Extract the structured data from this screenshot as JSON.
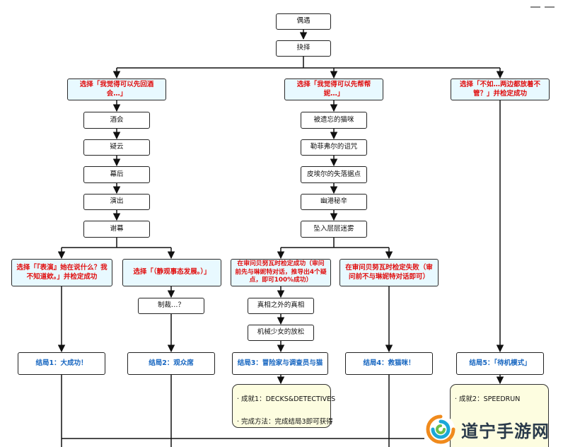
{
  "nodes": {
    "start": "偶遇",
    "choose": "抉择",
    "c1": "选择「我觉得可以先回酒会…」",
    "c2": "选择「我觉得可以先帮帮妮…」",
    "c3": "选择「不如…两边都放着不管？」并检定成功",
    "a1": "酒会",
    "a2": "疑云",
    "a3": "幕后",
    "a4": "演出",
    "a5": "谢幕",
    "b1": "被遗忘的猫咪",
    "b2": "勒菲弗尔的诅咒",
    "b3": "皮埃尔的失落据点",
    "b4": "幽港秘辛",
    "b5": "坠入层层迷雾",
    "c1a": "选择「『表演』她在说什么？我不知道欸。」并检定成功",
    "c1b": "选择「（静观事态发展。）」",
    "c1b1": "制裁…？",
    "c2a": "在审问贝努瓦时检定成功（审问前先与琳妮特对话，推导出4个疑点，即可100%成功）",
    "c2b": "在审问贝努瓦时检定失败（审问前不与琳妮特对话即可）",
    "c2a1": "真相之外的真相",
    "c2a2": "机械少女的放松",
    "e1": "结局1：大成功！",
    "e2": "结局2：观众席",
    "e3": "结局3：冒险家与调查员与猫",
    "e4": "结局4：救猫咪！",
    "e5": "结局5：「待机模式」"
  },
  "achievements": {
    "left": {
      "line1": "· 成就1：DECKS&DETECTIVES",
      "line2": "· 完成方法：完成结局3即可获得"
    },
    "right": {
      "line1": "· 成就2：SPEEDRUN"
    }
  },
  "watermark": {
    "text": "道宁手游网"
  },
  "colors": {
    "choice_bg": "#e8f9ff",
    "choice_text": "#e01010",
    "ending_text": "#1565c0",
    "achievement_bg": "#fdfde0"
  }
}
